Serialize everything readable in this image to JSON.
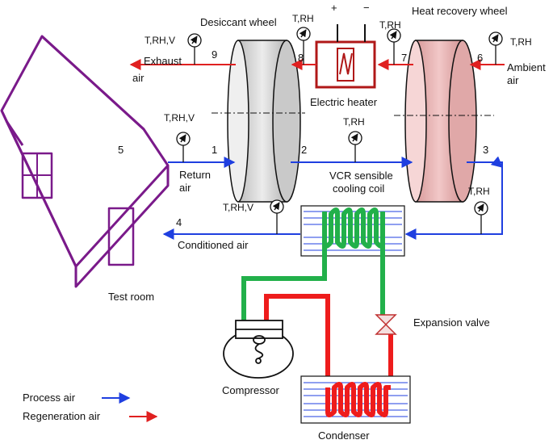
{
  "labels": {
    "desiccant_wheel": "Desiccant wheel",
    "heat_recovery_wheel": "Heat recovery wheel",
    "electric_heater": "Electric heater",
    "exhaust_air_1": "Exhaust",
    "exhaust_air_2": "air",
    "ambient_air_1": "Ambient",
    "ambient_air_2": "air",
    "return_air_1": "Return",
    "return_air_2": "air",
    "vcr_coil_1": "VCR sensible",
    "vcr_coil_2": "cooling coil",
    "conditioned_air": "Conditioned air",
    "test_room": "Test room",
    "compressor": "Compressor",
    "condenser": "Condenser",
    "expansion_valve": "Expansion valve",
    "plus": "+",
    "minus": "−"
  },
  "state_points": [
    "1",
    "2",
    "3",
    "4",
    "5",
    "6",
    "7",
    "8",
    "9"
  ],
  "sensors": {
    "s9": "T,RH,V",
    "s8": "T,RH",
    "s7": "T,RH",
    "s6": "T,RH",
    "s1": "T,RH,V",
    "s2": "T,RH",
    "s3": "T,RH",
    "s4": "T,RH,V"
  },
  "legend": {
    "process_air": "Process air",
    "regeneration_air": "Regeneration air"
  },
  "colors": {
    "process_air": "#1f3fe0",
    "regeneration_air": "#e02020",
    "refrigerant_low": "#22b04a",
    "refrigerant_high": "#ee1c1c",
    "house": "#7a1a8a",
    "heater": "#b01818",
    "desiccant_wheel": "#d4d4d4",
    "heat_recovery_wheel": "#e8b4b4"
  }
}
